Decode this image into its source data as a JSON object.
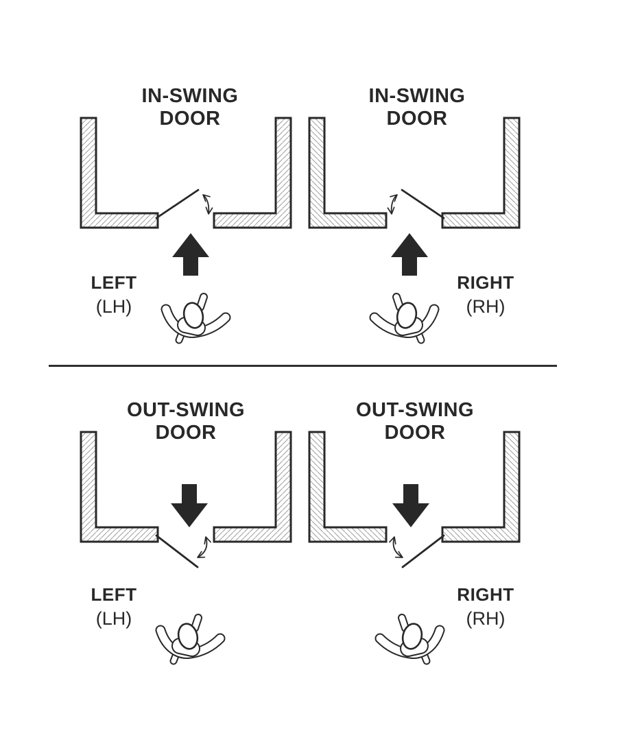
{
  "page": {
    "background": "#ffffff",
    "ink_color": "#282828",
    "hatch_color": "#9d9d9d"
  },
  "icons": {
    "wall": "hatched-wall",
    "door": "door-leaf-line",
    "swing": "double-headed-swing-arc",
    "direction": "solid-direction-arrow",
    "person": "person-top-view"
  },
  "quadrants": [
    {
      "id": "in-swing-left",
      "title_line1": "IN-SWING",
      "title_line2": "DOOR",
      "hand_label": "LEFT",
      "hand_abbr": "(LH)",
      "swing": "in",
      "hinge_side": "left"
    },
    {
      "id": "in-swing-right",
      "title_line1": "IN-SWING",
      "title_line2": "DOOR",
      "hand_label": "RIGHT",
      "hand_abbr": "(RH)",
      "swing": "in",
      "hinge_side": "right"
    },
    {
      "id": "out-swing-left",
      "title_line1": "OUT-SWING",
      "title_line2": "DOOR",
      "hand_label": "LEFT",
      "hand_abbr": "(LH)",
      "swing": "out",
      "hinge_side": "left"
    },
    {
      "id": "out-swing-right",
      "title_line1": "OUT-SWING",
      "title_line2": "DOOR",
      "hand_label": "RIGHT",
      "hand_abbr": "(RH)",
      "swing": "out",
      "hinge_side": "right"
    }
  ]
}
